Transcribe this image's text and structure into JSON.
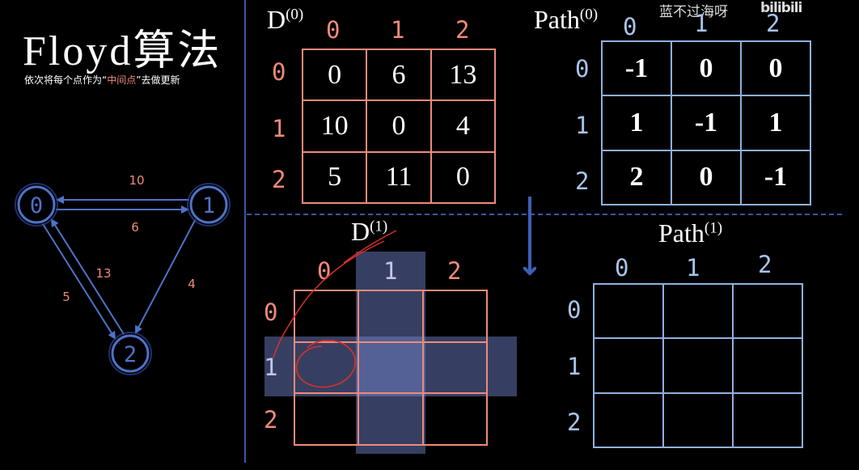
{
  "title": "Floyd算法",
  "subtitle_pre": "依次将每个点作为“",
  "subtitle_highlight": "中间点",
  "subtitle_post": "”去做更新",
  "watermark": "蓝不过海呀",
  "watermark_logo": "bilibili",
  "graph": {
    "nodes": [
      "0",
      "1",
      "2"
    ],
    "edges": [
      {
        "from": "1",
        "to": "0",
        "weight": "10"
      },
      {
        "from": "0",
        "to": "1",
        "weight": "6"
      },
      {
        "from": "0",
        "to": "2",
        "weight": "13"
      },
      {
        "from": "2",
        "to": "0",
        "weight": "5"
      },
      {
        "from": "1",
        "to": "2",
        "weight": "4"
      }
    ]
  },
  "d0": {
    "name": "D",
    "sup": "(0)",
    "col_headers": [
      "0",
      "1",
      "2"
    ],
    "row_headers": [
      "0",
      "1",
      "2"
    ],
    "rows": [
      [
        "0",
        "6",
        "13"
      ],
      [
        "10",
        "0",
        "4"
      ],
      [
        "5",
        "11",
        "0"
      ]
    ]
  },
  "path0": {
    "name": "Path",
    "sup": "(0)",
    "col_headers": [
      "0",
      "1",
      "2"
    ],
    "row_headers": [
      "0",
      "1",
      "2"
    ],
    "rows": [
      [
        "-1",
        "0",
        "0"
      ],
      [
        "1",
        "-1",
        "1"
      ],
      [
        "2",
        "0",
        "-1"
      ]
    ]
  },
  "d1": {
    "name": "D",
    "sup": "(1)",
    "col_headers": [
      "0",
      "1",
      "2"
    ],
    "row_headers": [
      "0",
      "1",
      "2"
    ]
  },
  "path1": {
    "name": "Path",
    "sup": "(1)",
    "col_headers": [
      "0",
      "1",
      "2"
    ],
    "row_headers": [
      "0",
      "1",
      "2"
    ]
  },
  "colors": {
    "d_matrix": "#f08a7a",
    "path_matrix": "#8fb0de",
    "graph": "#4f72c8",
    "edge_weight": "#f08a7a",
    "highlight": "#7f8fd8",
    "annotation": "#d8302a"
  }
}
